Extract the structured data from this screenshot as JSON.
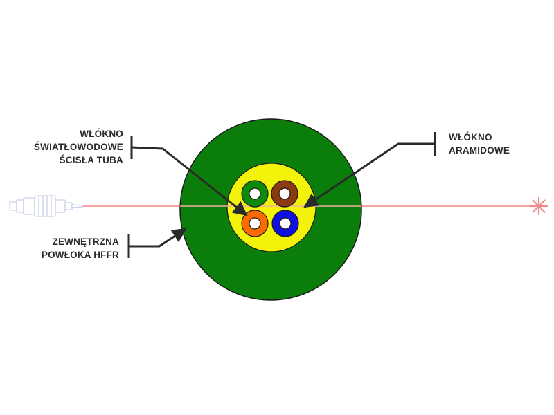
{
  "labels": {
    "fiber_tube": [
      "WŁÓKNO",
      "ŚWIATŁOWODOWE",
      "ŚCISŁA TUBA"
    ],
    "outer_jacket": [
      "ZEWNĘTRZNA",
      "POWŁOKA HFFR"
    ],
    "aramid": [
      "WŁÓKNO",
      "ARAMIDOWE"
    ]
  },
  "colors": {
    "outer_jacket": "#0a7d0a",
    "aramid_filler": "#f2f20a",
    "fiber_green": "#0b8a0b",
    "fiber_brown": "#8b3a12",
    "fiber_orange": "#ff6a00",
    "fiber_blue": "#1010e0",
    "laser_line": "#f5a3a3",
    "leader_line": "#2a2a2a"
  },
  "icons": {
    "connector": "fiber-connector-icon",
    "laser_star": "light-burst-icon"
  }
}
